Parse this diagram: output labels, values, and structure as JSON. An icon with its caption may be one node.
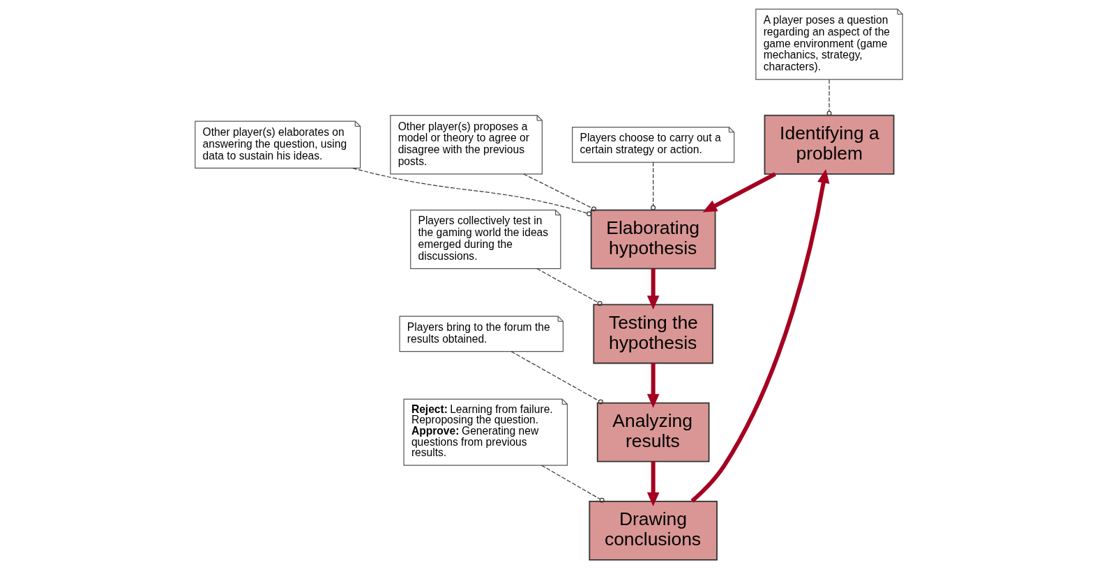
{
  "diagram": {
    "nodes": [
      {
        "text": [
          "Identifying a problem"
        ]
      },
      {
        "text": [
          "Elaborating hypothesis"
        ]
      },
      {
        "text": [
          "Testing the hypothesis"
        ]
      },
      {
        "text": [
          "Analyzing results"
        ]
      },
      {
        "text": [
          "Drawing conclusions"
        ]
      },
      {
        "text": [
          "A player poses a question regarding an aspect of the game environment (game mechanics, strategy, characters)."
        ]
      },
      {
        "text": [
          "Other player(s) elaborates on answering the question, using data to sustain his ideas."
        ]
      },
      {
        "text": [
          "Other player(s) proposes a model or theory to agree or disagree with the previous posts."
        ]
      },
      {
        "text": [
          "Players choose to carry out a certain strategy or action."
        ]
      },
      {
        "text": [
          "Players collectively test in the gaming world the ideas emerged during the discussions."
        ]
      },
      {
        "text": [
          "Players bring to the forum the results obtained."
        ]
      },
      {
        "text": [
          "**Reject:** Learning from failure.",
          "Reproposing the question.",
          "**Approve:** Generating new questions from previous results."
        ]
      }
    ],
    "edges": [
      {
        "from": 0,
        "to": 1,
        "arrow": "to",
        "style": "thick",
        "color": "#a50021"
      },
      {
        "from": 1,
        "to": 2,
        "arrow": "to",
        "style": "thick",
        "color": "#a50021"
      },
      {
        "from": 2,
        "to": 3,
        "arrow": "to",
        "style": "thick",
        "color": "#a50021"
      },
      {
        "from": 3,
        "to": 4,
        "arrow": "to",
        "style": "thick",
        "color": "#a50021"
      },
      {
        "from": 4,
        "to": 0,
        "arrow": "to",
        "style": "thick",
        "color": "#a50021"
      },
      {
        "from": 5,
        "to": 0,
        "arrow": "other",
        "style": "dashed"
      },
      {
        "from": 6,
        "to": 1,
        "arrow": "other",
        "style": "dashed"
      },
      {
        "from": 7,
        "to": 1,
        "arrow": "other",
        "style": "dashed"
      },
      {
        "from": 8,
        "to": 1,
        "arrow": "other",
        "style": "dashed"
      },
      {
        "from": 9,
        "to": 2,
        "arrow": "other",
        "style": "dashed"
      },
      {
        "from": 10,
        "to": 3,
        "arrow": "other",
        "style": "dashed"
      },
      {
        "from": 11,
        "to": 4,
        "arrow": "other",
        "style": "dashed"
      }
    ]
  }
}
